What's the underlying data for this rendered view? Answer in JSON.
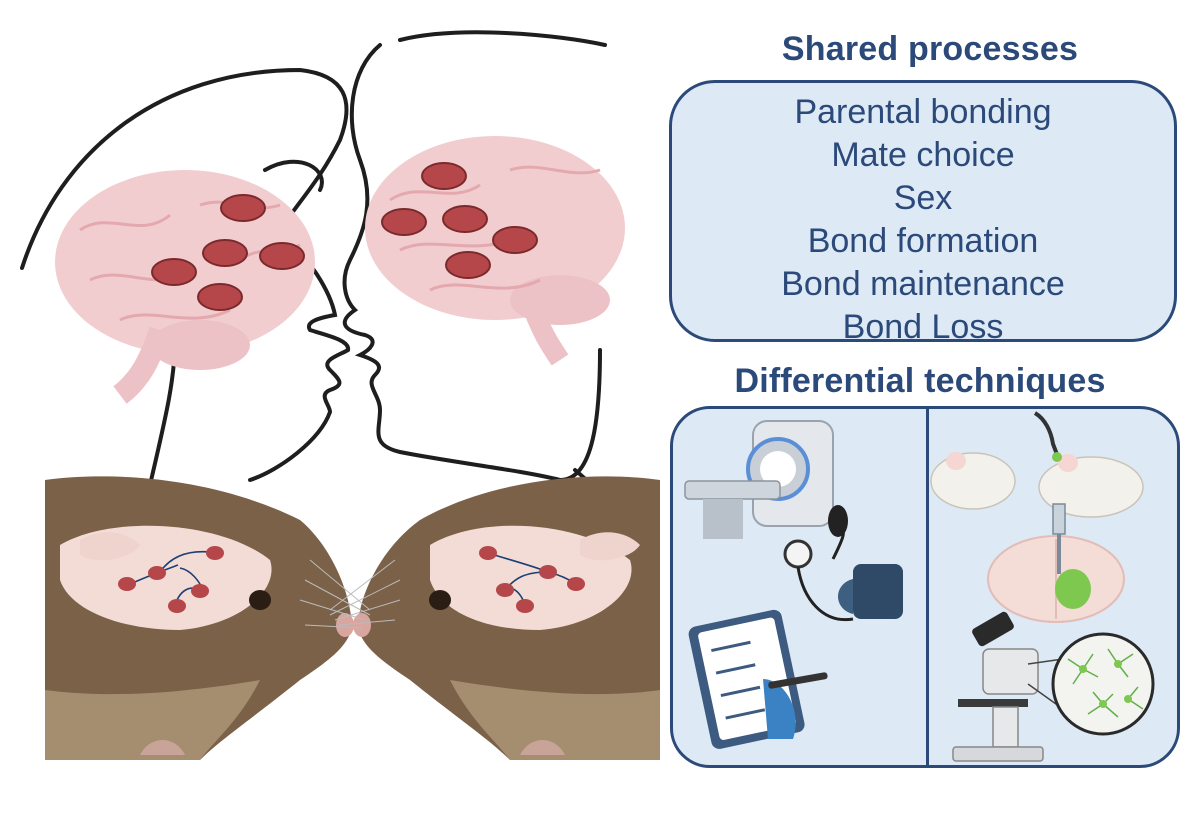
{
  "shared_title": "Shared processes",
  "processes": [
    "Parental bonding",
    "Mate choice",
    "Sex",
    "Bond formation",
    "Bond maintenance",
    "Bond Loss"
  ],
  "techniques_title": "Differential techniques",
  "colors": {
    "heading": "#2b4a7a",
    "panel_fill": "#dde9f5",
    "brain_pink": "#f2cdd0",
    "region_red": "#b5474a",
    "vole_brown": "#7a6148",
    "glow_green": "#7ec850"
  },
  "icons": [
    "mri-scanner-icon",
    "blood-pressure-cuff-icon",
    "questionnaire-clipboard-icon",
    "rodents-with-optic-fiber-icon",
    "brain-slice-injection-icon",
    "microscope-icon",
    "neurons-magnified-icon"
  ]
}
